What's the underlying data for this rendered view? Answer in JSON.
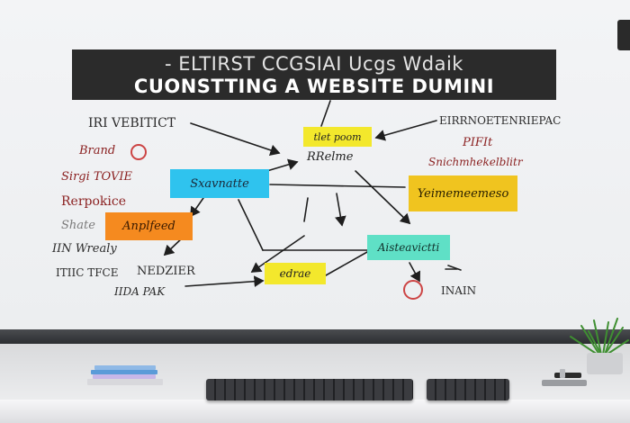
{
  "title": {
    "line1": "- ELTIRST CCGSIAI Ucgs Wdaik",
    "line2": "CUONSTTING A WEBSITE DUMINI"
  },
  "left_notes": [
    {
      "text": "IRI VEBITICT",
      "color": "#2b2b2b"
    },
    {
      "text": "Brand",
      "color": "#8a1f1f"
    },
    {
      "text": "Sirgi TOVIE",
      "color": "#8a1f1f"
    },
    {
      "text": "Rerpokice",
      "color": "#8a1f1f"
    },
    {
      "text": "Shate",
      "color": "#7a7a7a"
    },
    {
      "text": "IIN Wrealy",
      "color": "#2b2b2b"
    },
    {
      "text": "ITIIC TFCE",
      "color": "#2b2b2b"
    },
    {
      "text": "NEDZIER",
      "color": "#2b2b2b"
    },
    {
      "text": "IIDA PAK",
      "color": "#2b2b2b"
    }
  ],
  "right_notes": [
    {
      "text": "EIRRNOETENRIEPAC",
      "color": "#2b2b2b"
    },
    {
      "text": "PIFIt",
      "color": "#8a1f1f"
    },
    {
      "text": "Snichmhekelblitr",
      "color": "#8a1f1f"
    },
    {
      "text": "INAIN",
      "color": "#2b2b2b"
    }
  ],
  "center_label": "RRelme",
  "cards": {
    "top_yellow": "tlet poom",
    "cyan": "Sxavnatte",
    "orange": "Anplfeed",
    "right_yellow": "Yeimemeemeso",
    "green": "Aisteavictti",
    "bottom_yellow": "edrae"
  },
  "colors": {
    "yellow": "#f3e82c",
    "gold": "#f0c41f",
    "cyan": "#2fc3ee",
    "orange": "#f58a1f",
    "green": "#5fe0c6",
    "board": "#2b2b2b"
  }
}
